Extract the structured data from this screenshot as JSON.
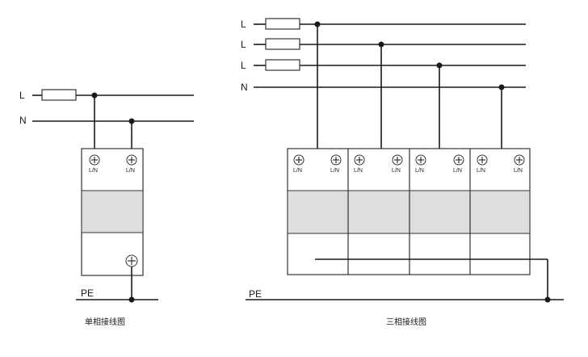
{
  "single_phase": {
    "line_label": "L",
    "neutral_label": "N",
    "pe_label": "PE",
    "terminal_labels": [
      "L/N",
      "L/N"
    ],
    "caption": "单相接线图"
  },
  "three_phase": {
    "line_labels": [
      "L",
      "L",
      "L"
    ],
    "neutral_label": "N",
    "pe_label": "PE",
    "module_terminal_labels": [
      [
        "L/N",
        "L/N"
      ],
      [
        "L/N",
        "L/N"
      ],
      [
        "L/N",
        "L/N"
      ],
      [
        "L/N",
        "L/N"
      ]
    ],
    "caption": "三相接线图"
  },
  "colors": {
    "line": "#1a1a1a",
    "band": "#dedede"
  }
}
